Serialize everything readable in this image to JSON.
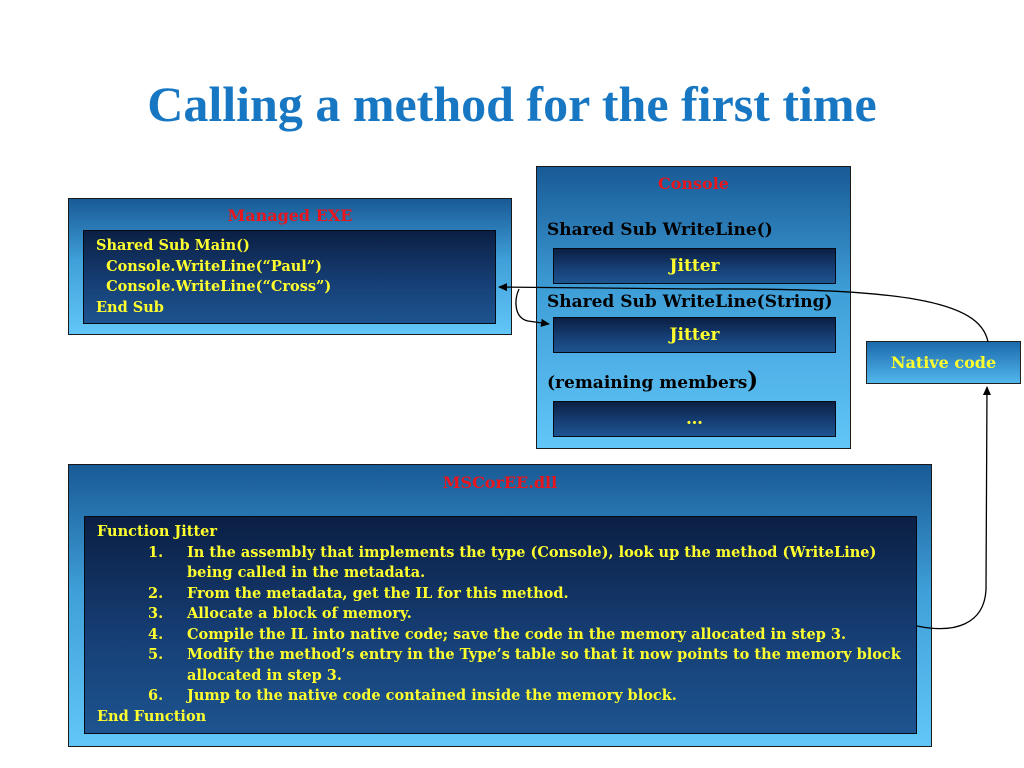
{
  "title": "Calling a method for the first time",
  "managed_exe": {
    "label": "Managed EXE",
    "code": [
      "Shared Sub Main()",
      "  Console.WriteLine(“Paul”)",
      "  Console.WriteLine(“Cross”)",
      "End Sub"
    ]
  },
  "console": {
    "label": "Console",
    "method1": "Shared Sub WriteLine()",
    "jitter1": "Jitter",
    "method2": "Shared Sub WriteLine(String)",
    "jitter2": "Jitter",
    "remaining_prefix": "(remaining members",
    "remaining_suffix": ")",
    "ellipsis": "…"
  },
  "native_code": {
    "label": "Native code"
  },
  "mscoree": {
    "label": "MSCorEE.dll",
    "function_start": "Function Jitter",
    "steps": [
      {
        "num": "1.",
        "text": "In the assembly that implements the type (Console), look up the method (WriteLine) being called in the metadata."
      },
      {
        "num": "2.",
        "text": "From the metadata, get the IL for this method."
      },
      {
        "num": "3.",
        "text": "Allocate a block of memory."
      },
      {
        "num": "4.",
        "text": "Compile the IL into native code; save the code in the memory allocated in step 3."
      },
      {
        "num": "5.",
        "text": "Modify the method’s entry in the Type’s table so that it now points to the memory block allocated in step 3."
      },
      {
        "num": "6.",
        "text": "Jump to the native code contained inside the memory block."
      }
    ],
    "function_end": "End Function"
  },
  "colors": {
    "title": "#1877c2",
    "label_red": "#e8161c",
    "code_yellow": "#ffff2e"
  }
}
